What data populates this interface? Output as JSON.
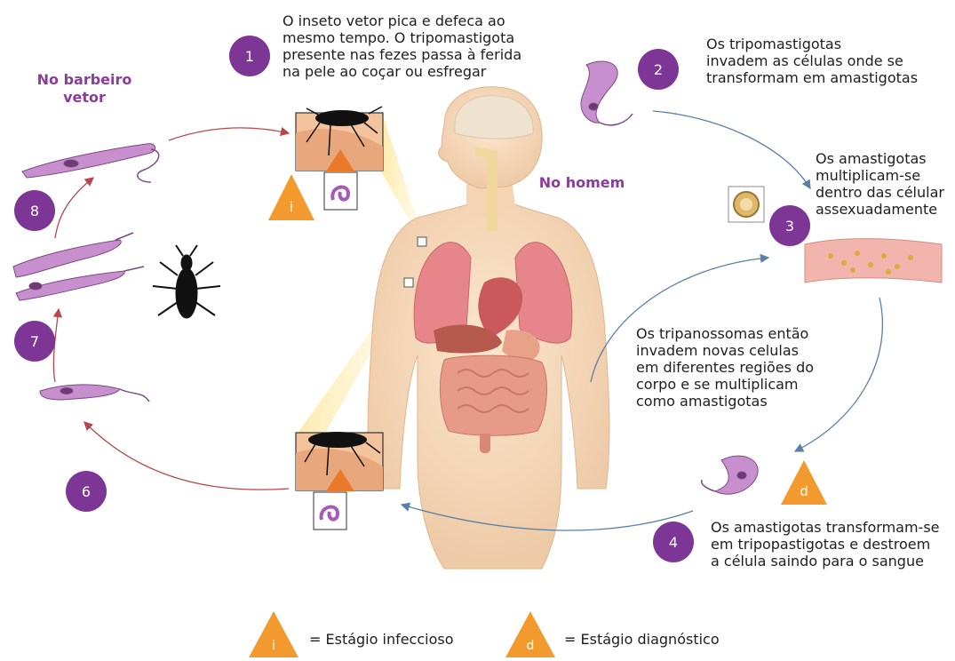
{
  "regions": {
    "vector": "No barbeiro\nvetor",
    "human": "No homem"
  },
  "steps": [
    {
      "num": "1",
      "text": "O inseto vetor pica e defeca ao\nmesmo tempo. O tripomastigota\npresente nas fezes passa à ferida\nna pele ao coçar ou esfregar"
    },
    {
      "num": "2",
      "text": "Os tripomastigotas\ninvadem as células onde se\ntransformam em amastigotas"
    },
    {
      "num": "3",
      "text": "Os amastigotas\nmultiplicam-se\ndentro das célular\nassexuadamente"
    },
    {
      "num": "4",
      "text": "Os amastigotas transformam-se\nem tripopastigotas e destroem\na célula saindo para o sangue"
    },
    {
      "num": "6"
    },
    {
      "num": "7"
    },
    {
      "num": "8"
    }
  ],
  "middle_text": "Os tripanossomas então\ninvadem novas celulas\nem diferentes regiões do\ncorpo e se multiplicam\ncomo amastigotas",
  "stage_markers": {
    "infective": "i",
    "diagnostic": "d"
  },
  "legend": [
    {
      "symbol": "i",
      "label": "= Estágio infeccioso"
    },
    {
      "symbol": "d",
      "label": "= Estágio diagnóstico"
    }
  ],
  "colors": {
    "step_circle": "#7d3596",
    "region_label": "#8a3c9a",
    "marker_triangle": "#f29a2e",
    "arrow_red": "#b8474d",
    "arrow_blue": "#5b7fa6",
    "parasite": "#c88fcf"
  }
}
